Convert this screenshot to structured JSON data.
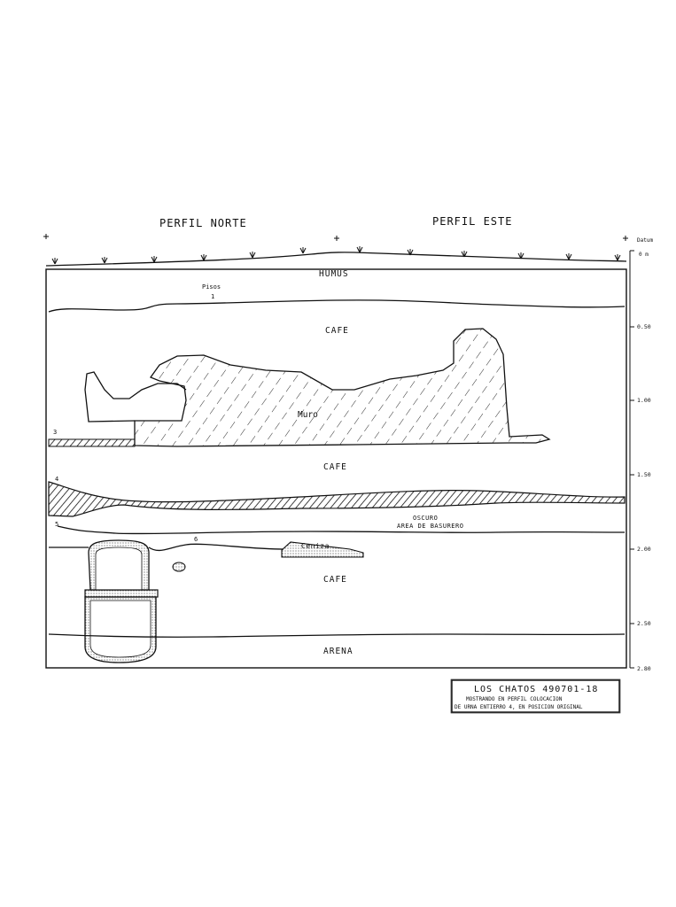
{
  "headers": {
    "left": "PERFIL NORTE",
    "right": "PERFIL ESTE"
  },
  "datum": {
    "label": "Datum",
    "unit": "0 m"
  },
  "scale_ticks": [
    "0.50",
    "1.00",
    "1.50",
    "2.00",
    "2.50",
    "2.80"
  ],
  "layers": {
    "humus": "HUMUS",
    "pisos": "Pisos",
    "cafe_1": "CAFE",
    "muro": "Muro",
    "cafe_2": "CAFE",
    "oscuro": "OSCURO",
    "basurero": "AREA DE BASURERO",
    "ceniza": "Ceniza",
    "cafe_3": "CAFE",
    "arena": "ARENA"
  },
  "floor_numbers": [
    "1",
    "3",
    "4",
    "5",
    "6"
  ],
  "title_block": {
    "line1": "LOS CHATOS   490701-18",
    "line2": "MOSTRANDO EN PERFIL COLOCACION",
    "line3": "DE URNA ENTIERRO 4, EN POSICION ORIGINAL"
  }
}
